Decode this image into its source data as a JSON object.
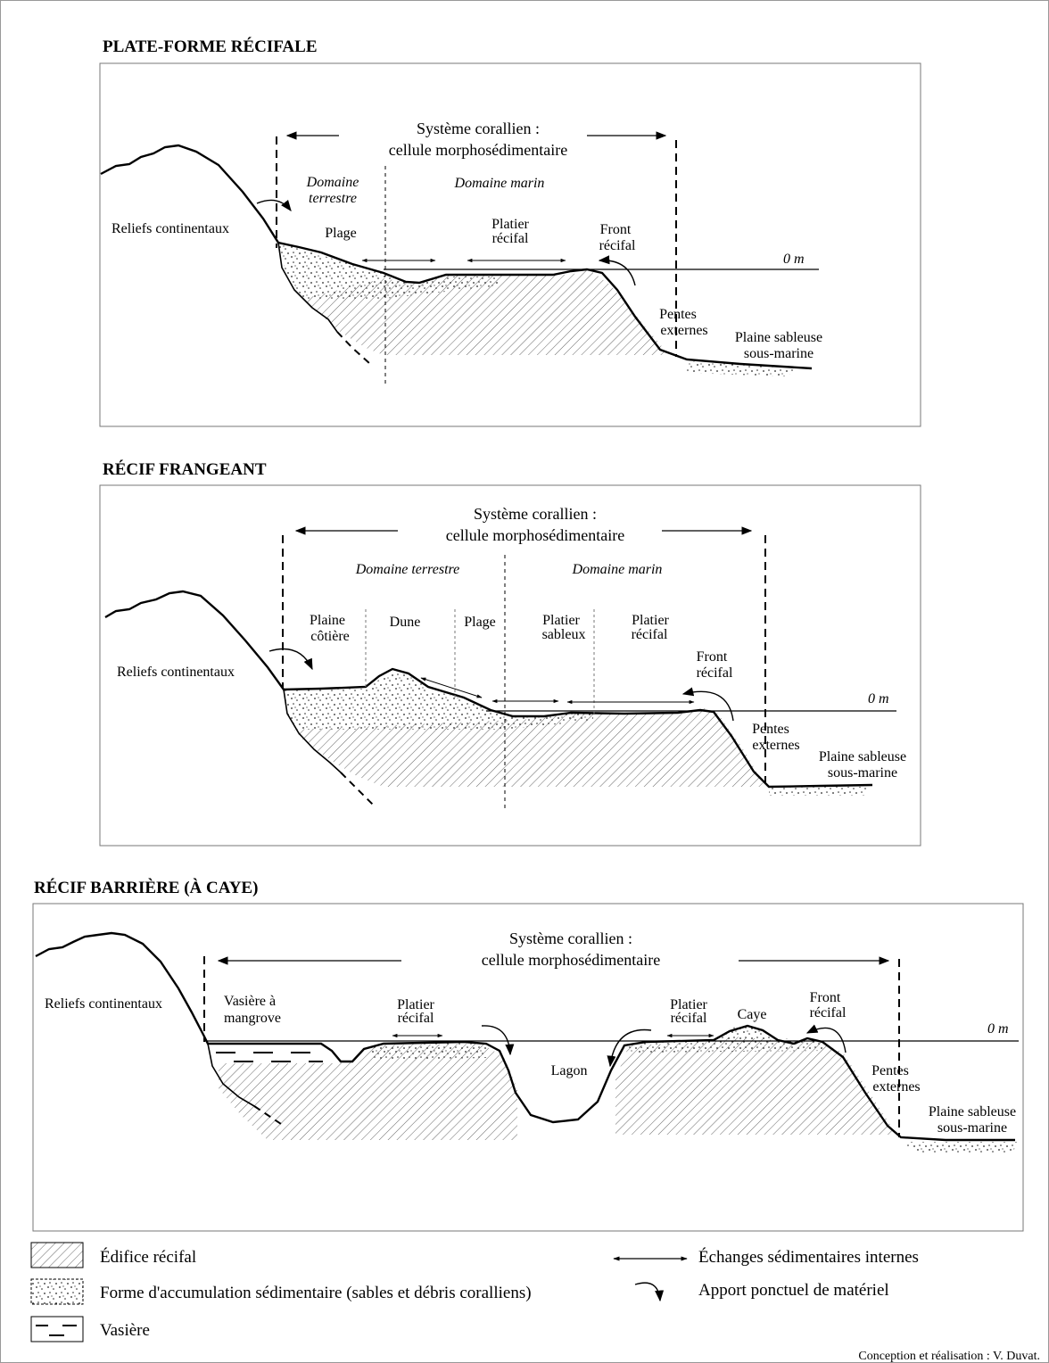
{
  "figure": {
    "credit": "Conception et réalisation : V. Duvat."
  },
  "panel1": {
    "title": "PLATE-FORME RÉCIFALE",
    "system_line1": "Système corallien :",
    "system_line2": "cellule morphosédimentaire",
    "domaine_terrestre_l1": "Domaine",
    "domaine_terrestre_l2": "terrestre",
    "domaine_marin": "Domaine marin",
    "reliefs": "Reliefs continentaux",
    "plage": "Plage",
    "platier_l1": "Platier",
    "platier_l2": "récifal",
    "front_l1": "Front",
    "front_l2": "récifal",
    "zero": "0 m",
    "pentes_l1": "Pentes",
    "pentes_l2": "externes",
    "plaine_l1": "Plaine sableuse",
    "plaine_l2": "sous-marine"
  },
  "panel2": {
    "title": "RÉCIF FRANGEANT",
    "system_line1": "Système corallien :",
    "system_line2": "cellule morphosédimentaire",
    "domaine_terrestre": "Domaine terrestre",
    "domaine_marin": "Domaine marin",
    "reliefs": "Reliefs continentaux",
    "plaine_cotiere_l1": "Plaine",
    "plaine_cotiere_l2": "côtière",
    "dune": "Dune",
    "plage": "Plage",
    "platier_sableux_l1": "Platier",
    "platier_sableux_l2": "sableux",
    "platier_recifal_l1": "Platier",
    "platier_recifal_l2": "récifal",
    "front_l1": "Front",
    "front_l2": "récifal",
    "zero": "0 m",
    "pentes_l1": "Pentes",
    "pentes_l2": "externes",
    "plaine_l1": "Plaine sableuse",
    "plaine_l2": "sous-marine"
  },
  "panel3": {
    "title": "RÉCIF BARRIÈRE (À CAYE)",
    "system_line1": "Système corallien :",
    "system_line2": "cellule morphosédimentaire",
    "reliefs": "Reliefs continentaux",
    "vasiere_l1": "Vasière à",
    "vasiere_l2": "mangrove",
    "platier1_l1": "Platier",
    "platier1_l2": "récifal",
    "lagon": "Lagon",
    "platier2_l1": "Platier",
    "platier2_l2": "récifal",
    "caye": "Caye",
    "front_l1": "Front",
    "front_l2": "récifal",
    "zero": "0 m",
    "pentes_l1": "Pentes",
    "pentes_l2": "externes",
    "plaine_l1": "Plaine sableuse",
    "plaine_l2": "sous-marine"
  },
  "legend": {
    "edifice": "Édifice récifal",
    "accumulation": "Forme d'accumulation sédimentaire (sables et débris coralliens)",
    "vasiere": "Vasière",
    "echanges": "Échanges sédimentaires internes",
    "apport": "Apport ponctuel de matériel"
  }
}
